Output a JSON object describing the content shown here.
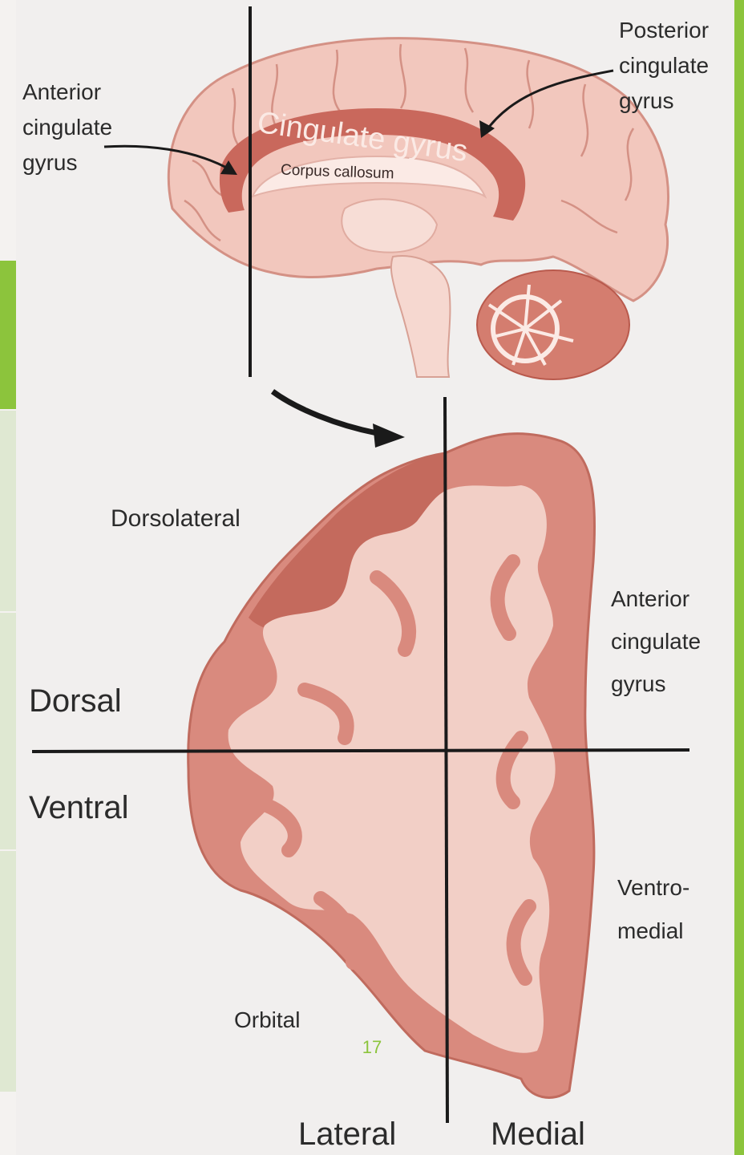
{
  "colors": {
    "accent_green": "#8cc43c",
    "tab_light": "#dfe8d2",
    "cortex_outer": "#d98a7e",
    "cortex_dark": "#c46a5d",
    "white_matter": "#f3dcd6",
    "cingulate": "#c9685c",
    "line": "#1a1a1a"
  },
  "labels": {
    "posterior_cingulate": "Posterior\ncingulate\ngyrus",
    "anterior_cingulate_top": "Anterior\ncingulate\ngyrus",
    "cingulate_gyrus": "Cingulate gyrus",
    "corpus_callosum": "Corpus callosum",
    "dorsolateral": "Dorsolateral",
    "anterior_cingulate_right": "Anterior\ncingulate\ngyrus",
    "dorsal": "Dorsal",
    "ventral": "Ventral",
    "ventromedial": "Ventro-\nmedial",
    "orbital": "Orbital",
    "lateral": "Lateral",
    "medial": "Medial"
  },
  "slide_number": "17"
}
